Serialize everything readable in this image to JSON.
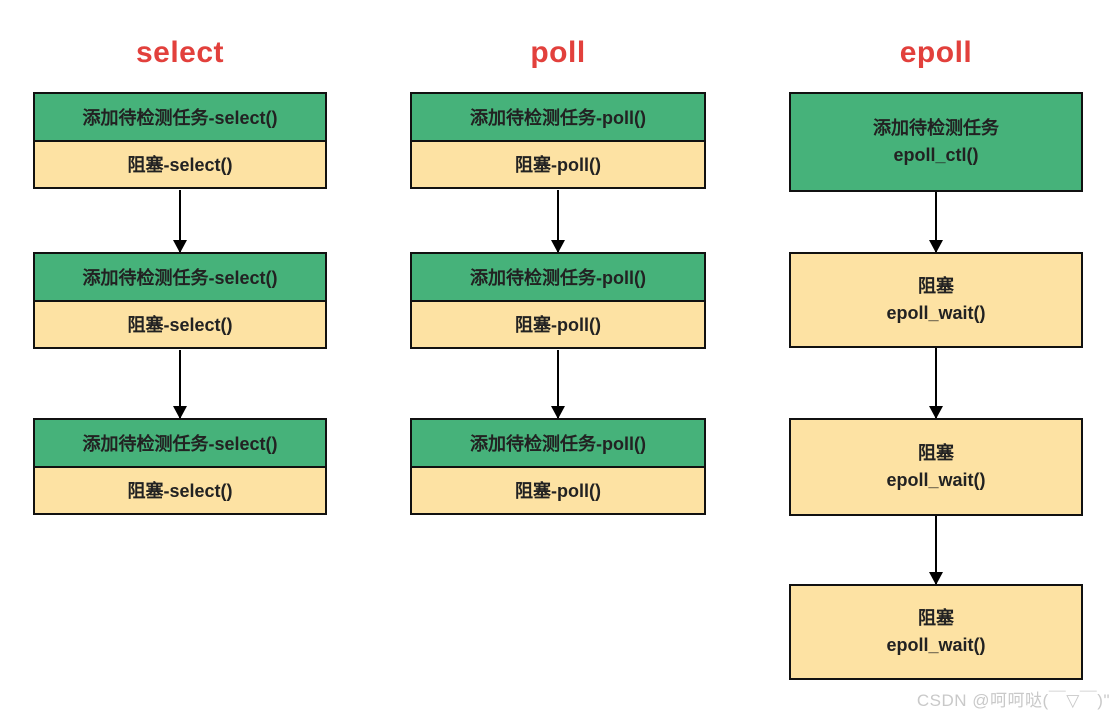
{
  "watermark": "CSDN @呵呵哒(￣▽￣)\"",
  "colors": {
    "header_red": "#e2403c",
    "box_green": "#46b27a",
    "box_yellow": "#fde2a3",
    "border_black": "#111111",
    "text_dark": "#222222",
    "watermark_gray": "#c9c9c9"
  },
  "columns": [
    {
      "title": "select",
      "pairs": [
        {
          "add_task": "添加待检测任务-select()",
          "block": "阻塞-select()"
        },
        {
          "add_task": "添加待检测任务-select()",
          "block": "阻塞-select()"
        },
        {
          "add_task": "添加待检测任务-select()",
          "block": "阻塞-select()"
        }
      ]
    },
    {
      "title": "poll",
      "pairs": [
        {
          "add_task": "添加待检测任务-poll()",
          "block": "阻塞-poll()"
        },
        {
          "add_task": "添加待检测任务-poll()",
          "block": "阻塞-poll()"
        },
        {
          "add_task": "添加待检测任务-poll()",
          "block": "阻塞-poll()"
        }
      ]
    },
    {
      "title": "epoll",
      "boxes": [
        {
          "kind": "green",
          "line1": "添加待检测任务",
          "line2": "epoll_ctl()"
        },
        {
          "kind": "yellow",
          "line1": "阻塞",
          "line2": "epoll_wait()"
        },
        {
          "kind": "yellow",
          "line1": "阻塞",
          "line2": "epoll_wait()"
        },
        {
          "kind": "yellow",
          "line1": "阻塞",
          "line2": "epoll_wait()"
        }
      ]
    }
  ]
}
